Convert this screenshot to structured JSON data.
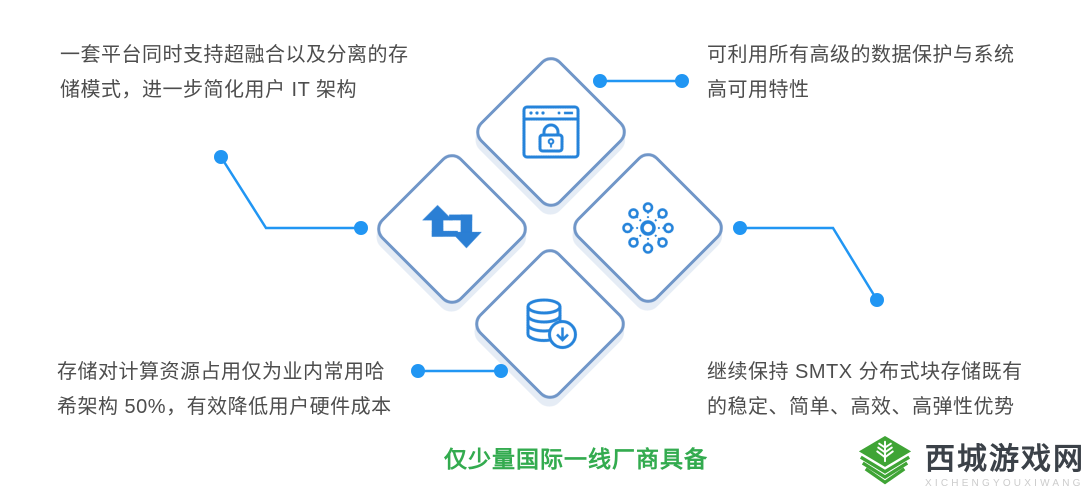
{
  "diagram": {
    "callouts": {
      "top_left": {
        "lines": [
          "一套平台同时支持超融合以及分离的存",
          "储模式，进一步简化用户 IT 架构"
        ]
      },
      "top_right": {
        "lines": [
          "可利用所有高级的数据保护与系统",
          "高可用特性"
        ]
      },
      "bottom_left": {
        "lines": [
          "存储对计算资源占用仅为业内常用哈",
          "希架构 50%，有效降低用户硬件成本"
        ]
      },
      "bottom_right": {
        "lines": [
          "继续保持 SMTX 分布式块存储既有",
          "的稳定、简单、高效、高弹性优势"
        ]
      }
    },
    "nodes": {
      "top": {
        "icon": "secure-browser-lock-icon"
      },
      "left": {
        "icon": "repeat-arrows-icon"
      },
      "right": {
        "icon": "distributed-network-icon"
      },
      "bottom": {
        "icon": "database-download-icon"
      }
    },
    "footer_title": "仅少量国际一线厂商具备",
    "colors": {
      "connector_blue": "#2196f3",
      "diamond_border": "#7096c8",
      "icon_blue": "#2583da",
      "text_gray": "#4d4d4d",
      "title_green": "#33ab4f"
    }
  },
  "watermark": {
    "site_name": "西城游戏网",
    "site_pinyin": "XICHENGYOUXIWANG",
    "logo_icon": "wheat-diamond-logo",
    "logo_green": "#3fa435"
  }
}
